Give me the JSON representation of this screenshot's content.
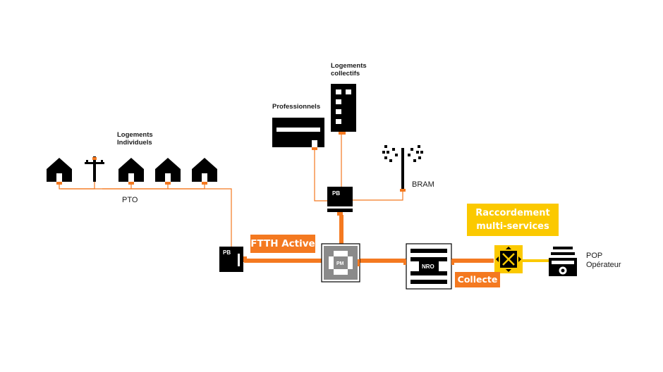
{
  "labels": {
    "logements_individuels_1": "Logements",
    "logements_individuels_2": "Individuels",
    "pto": "PTO",
    "professionnels": "Professionnels",
    "logements_collectifs_1": "Logements",
    "logements_collectifs_2": "collectifs",
    "bram": "BRAM",
    "pop_1": "POP",
    "pop_2": "Opérateur"
  },
  "boxes": {
    "pb_left": "PB",
    "pb_top": "PB",
    "pm": "PM",
    "nro": "NRO"
  },
  "tags": {
    "ftth_active": "FTTH Active",
    "collecte": "Collecte",
    "raccordement_1": "Raccordement",
    "raccordement_2": "multi-services"
  },
  "colors": {
    "orange": "#f47920",
    "yellow": "#fbc900",
    "black": "#000000",
    "grey": "#8a8a8a"
  }
}
